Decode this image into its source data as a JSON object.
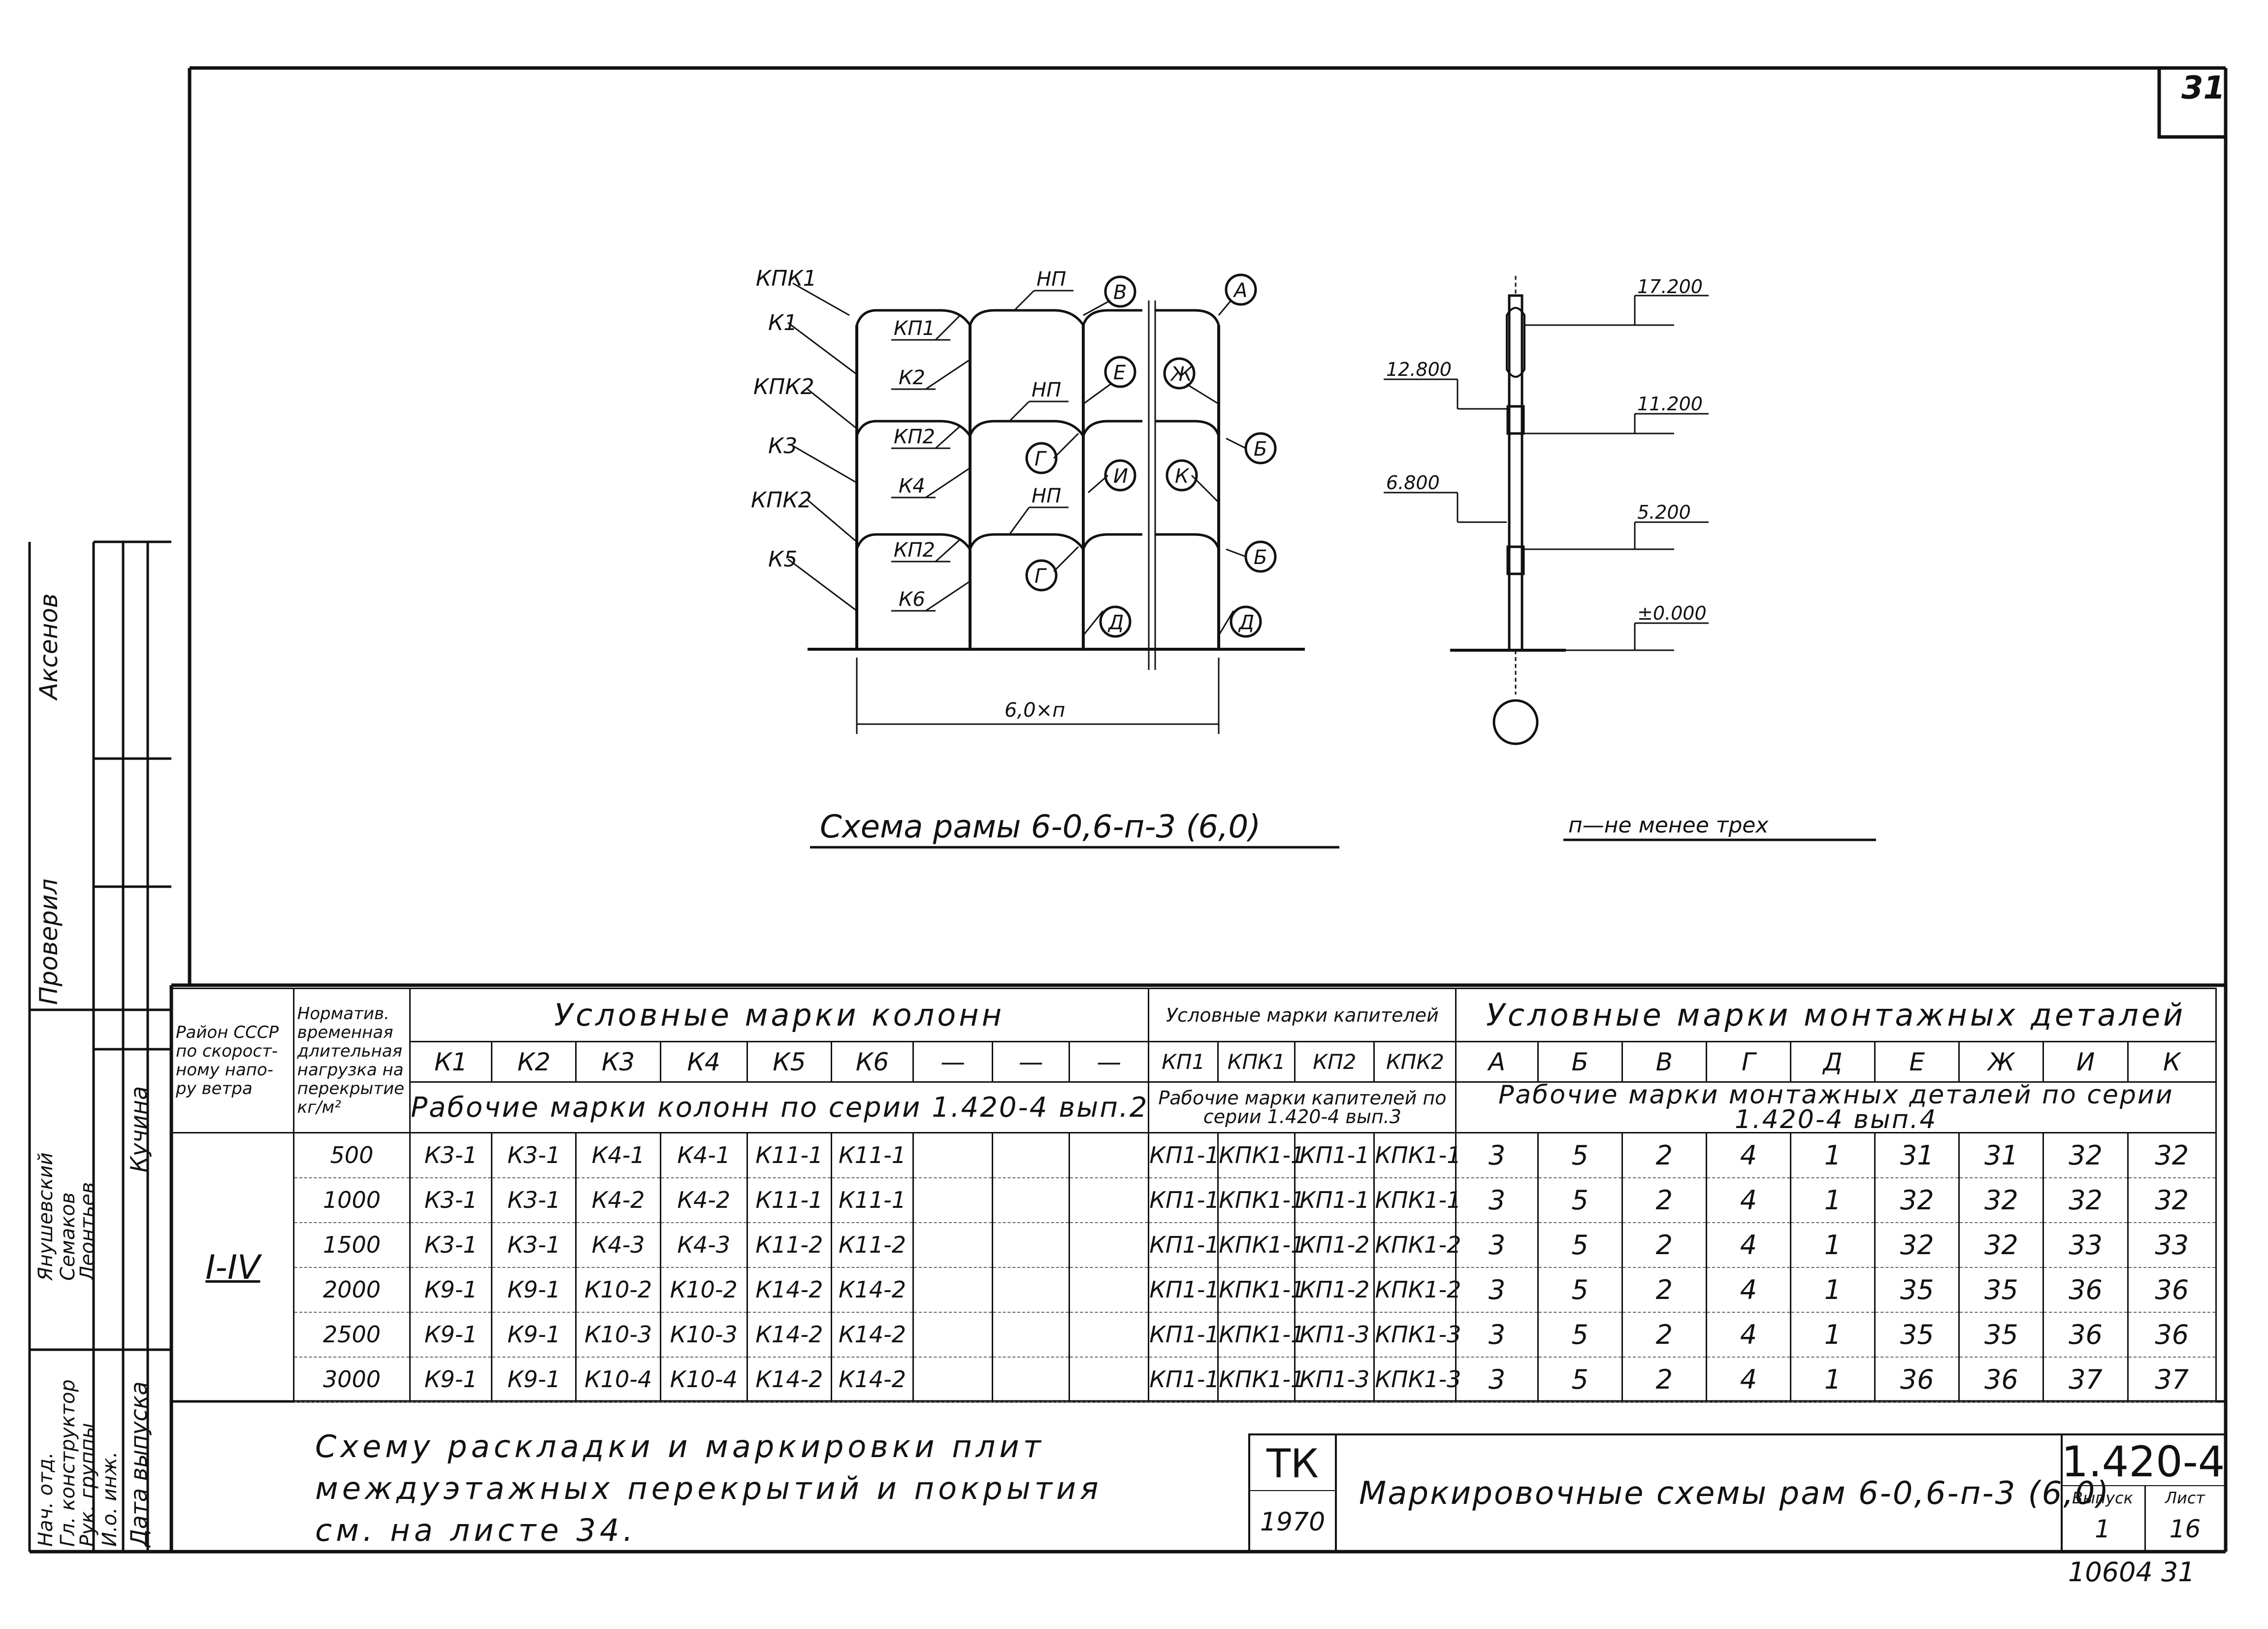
{
  "sheet_number": "31",
  "frame_labels": {
    "kpk1": "КПК1",
    "k1": "К1",
    "kpk2_top": "КПК2",
    "k3": "К3",
    "kpk2_bottom": "КПК2",
    "k5": "К5",
    "kp1": "КП1",
    "k2": "К2",
    "kp2_mid": "КП2",
    "k4": "К4",
    "kp2_low": "КП2",
    "k6": "К6",
    "np1": "НП",
    "np2": "НП",
    "np3": "НП",
    "c_v": "В",
    "c_a": "А",
    "c_e": "Е",
    "c_zh": "Ж",
    "c_g1": "Г",
    "c_i": "И",
    "c_k": "К",
    "c_b1": "Б",
    "c_b2": "Б",
    "c_g2": "Г",
    "c_d1": "Д",
    "c_d2": "Д",
    "span": "6,0×п"
  },
  "elev_labels": {
    "e17200": "17.200",
    "e12800": "12.800",
    "e11200": "11.200",
    "e6800": "6.800",
    "e5200": "5.200",
    "e0000": "±0.000"
  },
  "caption_frame": "Схема рамы 6-0,6-п-3 (6,0)",
  "caption_note": "п—не менее трех",
  "table": {
    "h_region": "Район СССР по скорост- ному напо- ру ветра",
    "h_load": "Норматив. временная длительная нагрузка на перекрытие кг/м²",
    "h_col_marks": "Условные марки колонн",
    "h_cap_marks": "Условные марки капителей",
    "h_det_marks": "Условные марки монтажных деталей",
    "col_codes": [
      "К1",
      "К2",
      "К3",
      "К4",
      "К5",
      "К6",
      "—",
      "—",
      "—"
    ],
    "cap_codes": [
      "КП1",
      "КПК1",
      "КП2",
      "КПК2"
    ],
    "det_codes": [
      "А",
      "Б",
      "В",
      "Г",
      "Д",
      "Е",
      "Ж",
      "И",
      "К"
    ],
    "h_col_work": "Рабочие марки колонн по серии 1.420-4 вып.2",
    "h_cap_work": "Рабочие марки капителей по серии 1.420-4 вып.3",
    "h_det_work": "Рабочие марки монтажных деталей по серии 1.420-4 вып.4",
    "region": "I-IV",
    "rows": [
      {
        "load": "500",
        "cols": [
          "К3-1",
          "К3-1",
          "К4-1",
          "К4-1",
          "К11-1",
          "К11-1"
        ],
        "caps": [
          "КП1-1",
          "КПК1-1",
          "КП1-1",
          "КПК1-1"
        ],
        "dets": [
          "3",
          "5",
          "2",
          "4",
          "1",
          "31",
          "31",
          "32",
          "32"
        ]
      },
      {
        "load": "1000",
        "cols": [
          "К3-1",
          "К3-1",
          "К4-2",
          "К4-2",
          "К11-1",
          "К11-1"
        ],
        "caps": [
          "КП1-1",
          "КПК1-1",
          "КП1-1",
          "КПК1-1"
        ],
        "dets": [
          "3",
          "5",
          "2",
          "4",
          "1",
          "32",
          "32",
          "32",
          "32"
        ]
      },
      {
        "load": "1500",
        "cols": [
          "К3-1",
          "К3-1",
          "К4-3",
          "К4-3",
          "К11-2",
          "К11-2"
        ],
        "caps": [
          "КП1-1",
          "КПК1-1",
          "КП1-2",
          "КПК1-2"
        ],
        "dets": [
          "3",
          "5",
          "2",
          "4",
          "1",
          "32",
          "32",
          "33",
          "33"
        ]
      },
      {
        "load": "2000",
        "cols": [
          "К9-1",
          "К9-1",
          "К10-2",
          "К10-2",
          "К14-2",
          "К14-2"
        ],
        "caps": [
          "КП1-1",
          "КПК1-1",
          "КП1-2",
          "КПК1-2"
        ],
        "dets": [
          "3",
          "5",
          "2",
          "4",
          "1",
          "35",
          "35",
          "36",
          "36"
        ]
      },
      {
        "load": "2500",
        "cols": [
          "К9-1",
          "К9-1",
          "К10-3",
          "К10-3",
          "К14-2",
          "К14-2"
        ],
        "caps": [
          "КП1-1",
          "КПК1-1",
          "КП1-3",
          "КПК1-3"
        ],
        "dets": [
          "3",
          "5",
          "2",
          "4",
          "1",
          "35",
          "35",
          "36",
          "36"
        ]
      },
      {
        "load": "3000",
        "cols": [
          "К9-1",
          "К9-1",
          "К10-4",
          "К10-4",
          "К14-2",
          "К14-2"
        ],
        "caps": [
          "КП1-1",
          "КПК1-1",
          "КП1-3",
          "КПК1-3"
        ],
        "dets": [
          "3",
          "5",
          "2",
          "4",
          "1",
          "36",
          "36",
          "37",
          "37"
        ]
      }
    ]
  },
  "note": {
    "line1": "Схему раскладки и маркировки плит",
    "line2": "междуэтажных перекрытий и покрытия",
    "line3": "см. на листе 34."
  },
  "title_block": {
    "tk": "ТК",
    "year": "1970",
    "title": "Маркировочные схемы рам 6-0,6-п-3 (6,0)",
    "series": "1.420-4",
    "issue_label": "Выпуск",
    "issue": "1",
    "sheet_label": "Лист",
    "sheet": "16"
  },
  "stamp": {
    "roles": [
      "Нач. отд.",
      "Гл. конструктор",
      "Рук. группы",
      "И.о. инж.",
      "Дата выпуска"
    ],
    "names": [
      "Янушевский",
      "Семаков",
      "Леонтьев",
      "Кучина"
    ],
    "checked": "Проверил",
    "checker": "Аксенов"
  },
  "archive_number": "10604  31"
}
